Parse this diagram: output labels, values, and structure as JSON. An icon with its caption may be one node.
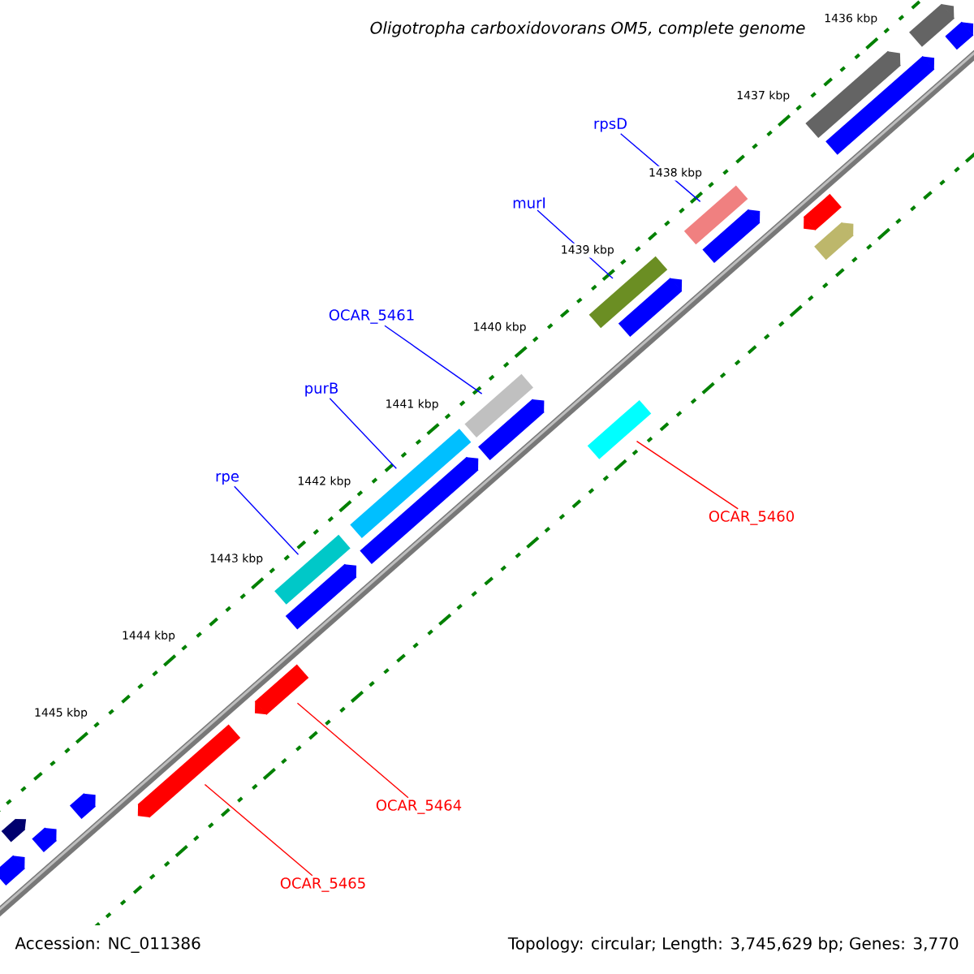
{
  "diagram": {
    "title": "Oligotropha carboxidovorans OM5, complete genome",
    "nodes": [
      {
        "text": [
          "rpsD"
        ]
      },
      {
        "text": [],
        "shape": "bar"
      },
      {
        "text": [
          "murI"
        ]
      },
      {
        "text": [],
        "shape": "bar"
      },
      {
        "text": [
          "OCAR_5461"
        ]
      },
      {
        "text": [],
        "shape": "bar"
      },
      {
        "text": [
          "purB"
        ]
      },
      {
        "text": [],
        "shape": "bar"
      },
      {
        "text": [
          "rpe"
        ]
      },
      {
        "text": [],
        "shape": "bar"
      },
      {
        "text": [
          "OCAR_5460"
        ]
      },
      {
        "text": [],
        "shape": "bar"
      },
      {
        "text": [
          "OCAR_5464"
        ]
      },
      {
        "text": [],
        "shape": "bar"
      },
      {
        "text": [
          "OCAR_5465"
        ]
      },
      {
        "text": [],
        "shape": "bar"
      },
      {
        "text": [],
        "shape": "bar"
      },
      {
        "text": [],
        "shape": "bar"
      },
      {
        "text": [],
        "shape": "bar"
      },
      {
        "text": [],
        "shape": "bar"
      },
      {
        "text": [],
        "shape": "bar"
      },
      {
        "text": [],
        "shape": "bar"
      },
      {
        "text": [],
        "shape": "bar"
      },
      {
        "text": [],
        "shape": "bar"
      },
      {
        "text": [],
        "shape": "bar"
      },
      {
        "text": [],
        "shape": "bar"
      },
      {
        "text": [],
        "shape": "bar"
      },
      {
        "text": [],
        "shape": "bar"
      },
      {
        "text": [],
        "shape": "bar"
      },
      {
        "text": [],
        "shape": "bar"
      },
      {
        "text": [],
        "shape": "bar"
      }
    ],
    "edges": [
      {
        "from": 0,
        "to": 1,
        "arrow": "none"
      },
      {
        "from": 2,
        "to": 3,
        "arrow": "none"
      },
      {
        "from": 4,
        "to": 5,
        "arrow": "none"
      },
      {
        "from": 6,
        "to": 7,
        "arrow": "none"
      },
      {
        "from": 8,
        "to": 9,
        "arrow": "none"
      },
      {
        "from": 10,
        "to": 11,
        "arrow": "none",
        "color": "#ff0000"
      },
      {
        "from": 12,
        "to": 13,
        "arrow": "none",
        "color": "#ff0000"
      },
      {
        "from": 14,
        "to": 15,
        "arrow": "none",
        "color": "#ff0000"
      }
    ],
    "labels": [
      "1436 kbp",
      "1437 kbp",
      "1438 kbp",
      "1439 kbp",
      "1440 kbp",
      "1441 kbp",
      "1442 kbp",
      "1443 kbp",
      "1444 kbp",
      "1445 kbp",
      "Accession: NC_011386",
      "Topology: circular; Length: 3,745,629 bp; Genes: 3,770"
    ]
  }
}
